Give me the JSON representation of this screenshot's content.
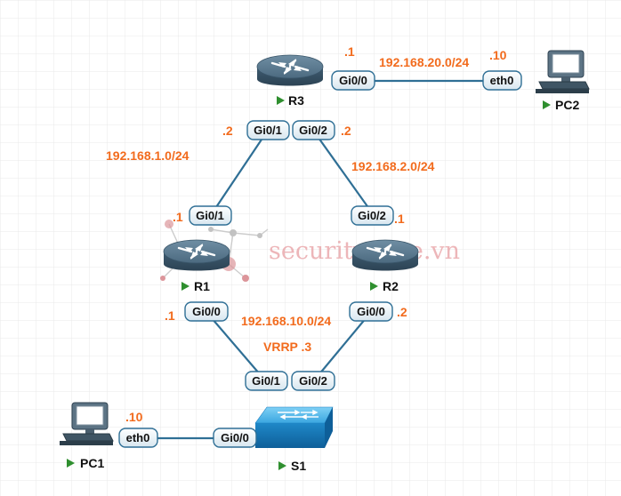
{
  "colors": {
    "link": "#2f6f95",
    "accent": "#f26b1d",
    "play": "#2f8f2f",
    "grid": "#e9e9e9"
  },
  "devices": {
    "r3": {
      "name": "R3",
      "icon": "router-icon"
    },
    "r1": {
      "name": "R1",
      "icon": "router-icon"
    },
    "r2": {
      "name": "R2",
      "icon": "router-icon"
    },
    "s1": {
      "name": "S1",
      "icon": "switch-icon"
    },
    "pc1": {
      "name": "PC1",
      "icon": "pc-icon"
    },
    "pc2": {
      "name": "PC2",
      "icon": "pc-icon"
    }
  },
  "ports": {
    "r3_gi00": "Gi0/0",
    "pc2_eth0": "eth0",
    "r3_gi01": "Gi0/1",
    "r3_gi02": "Gi0/2",
    "r1_gi01": "Gi0/1",
    "r2_gi02": "Gi0/2",
    "r1_gi00": "Gi0/0",
    "r2_gi00": "Gi0/0",
    "s1_gi01": "Gi0/1",
    "s1_gi02": "Gi0/2",
    "s1_gi00": "Gi0/0",
    "pc1_eth0": "eth0"
  },
  "addresses": {
    "r3_gi00": ".1",
    "pc2": ".10",
    "net_20": "192.168.20.0/24",
    "r3_gi01": ".2",
    "r3_gi02": ".2",
    "net_1": "192.168.1.0/24",
    "net_2": "192.168.2.0/24",
    "r1_gi01": ".1",
    "r2_gi02": ".1",
    "r1_gi00": ".1",
    "r2_gi00": ".2",
    "net_10": "192.168.10.0/24",
    "vrrp": "VRRP .3",
    "pc1": ".10"
  },
  "watermark": {
    "text": "securityzone.vn"
  }
}
